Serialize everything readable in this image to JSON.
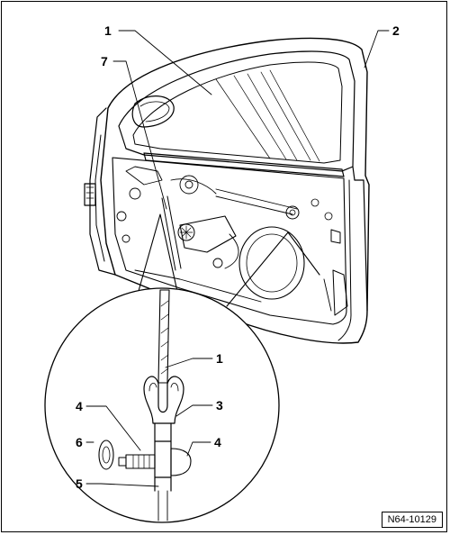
{
  "figure": {
    "reference_code": "N64-10129",
    "callouts": {
      "glass_top": "1",
      "door_frame": "2",
      "cable": "7",
      "detail_glass": "1",
      "seal": "3",
      "clip_left": "4",
      "clip_right": "4",
      "bolt": "5",
      "washer": "6"
    }
  }
}
